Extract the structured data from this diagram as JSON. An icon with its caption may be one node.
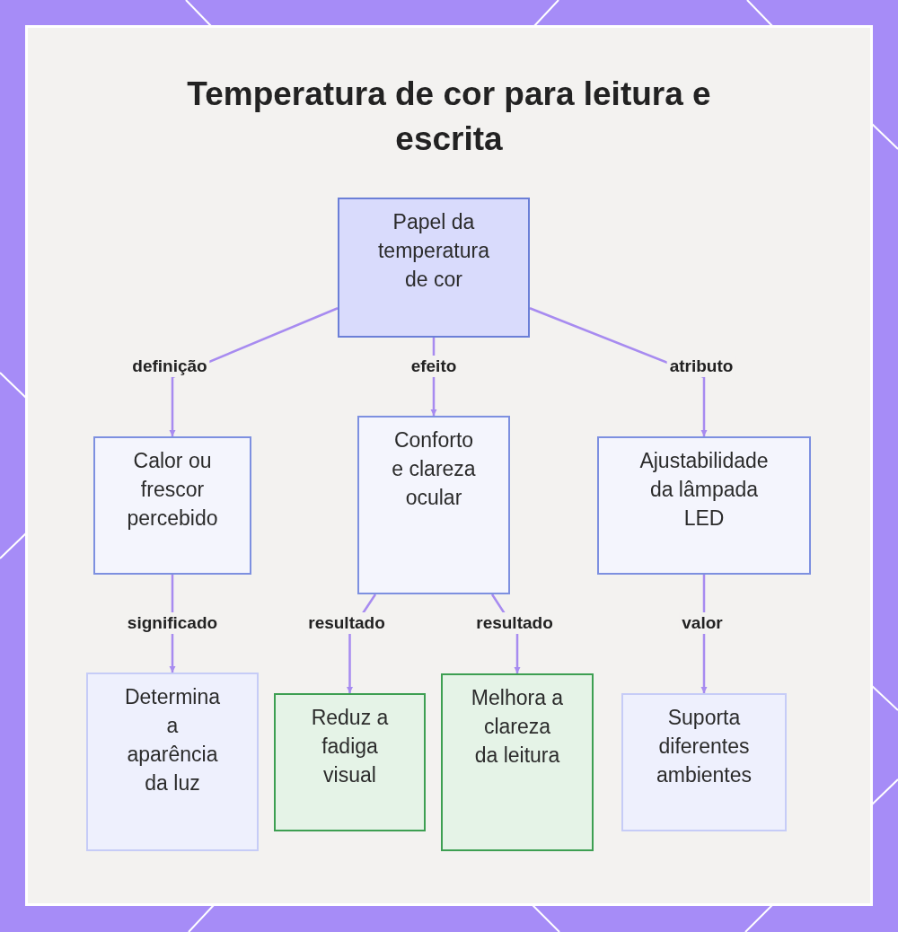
{
  "diagram": {
    "title": "Temperatura de cor para leitura e escrita",
    "nodes": [
      {
        "text": [
          "Papel da temperatura de cor"
        ]
      },
      {
        "text": [
          "Calor ou frescor percebido"
        ]
      },
      {
        "text": [
          "Conforto e clareza ocular"
        ]
      },
      {
        "text": [
          "Ajustabilidade da lâmpada LED"
        ]
      },
      {
        "text": [
          "Determina a aparência da luz"
        ]
      },
      {
        "text": [
          "Reduz a fadiga visual"
        ]
      },
      {
        "text": [
          "Melhora a clareza da leitura"
        ]
      },
      {
        "text": [
          "Suporta diferentes ambientes"
        ]
      }
    ],
    "edges": [
      {
        "from": 0,
        "to": 1,
        "arrow": "to",
        "label": "definição"
      },
      {
        "from": 0,
        "to": 2,
        "arrow": "to",
        "label": "efeito"
      },
      {
        "from": 0,
        "to": 3,
        "arrow": "to",
        "label": "atributo"
      },
      {
        "from": 1,
        "to": 4,
        "arrow": "to",
        "label": "significado"
      },
      {
        "from": 2,
        "to": 5,
        "arrow": "to",
        "label": "resultado"
      },
      {
        "from": 2,
        "to": 6,
        "arrow": "to",
        "label": "resultado"
      },
      {
        "from": 3,
        "to": 7,
        "arrow": "to",
        "label": "valor"
      }
    ]
  }
}
